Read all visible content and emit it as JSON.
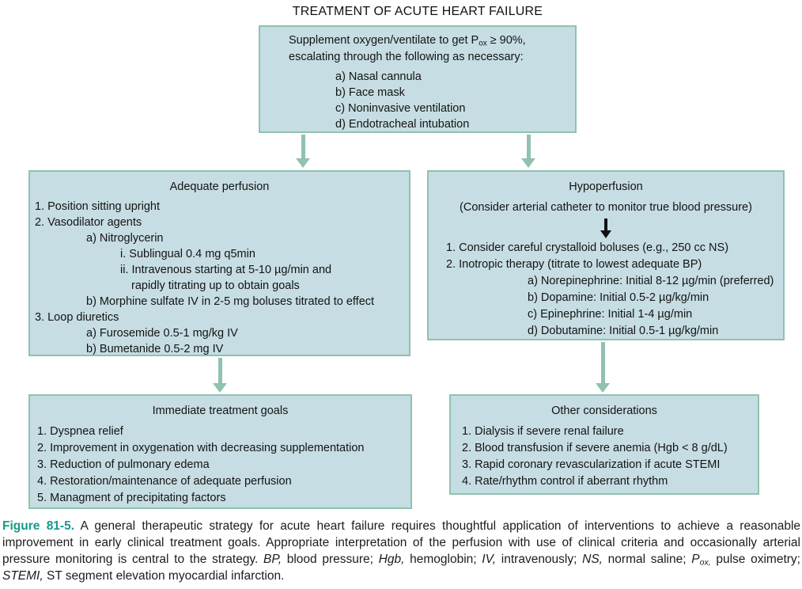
{
  "title": "TREATMENT OF ACUTE HEART FAILURE",
  "colors": {
    "box_fill": "#c6dde3",
    "box_border": "#90c2ae",
    "arrow": "#90c2ae",
    "figure_label": "#149a8a"
  },
  "oxygen_box": {
    "intro_line1": [
      {
        "text": "Supplement oxygen/ventilate to get P"
      },
      {
        "text": "ox",
        "sub": true
      },
      {
        "text": " ≥ 90%,"
      }
    ],
    "intro_line2": "escalating through the following as necessary:",
    "items": [
      {
        "text": "a)  Nasal cannula",
        "indent": 0
      },
      {
        "text": "b)  Face mask",
        "indent": 0
      },
      {
        "text": "c)  Noninvasive ventilation",
        "indent": 0
      },
      {
        "text": "d)  Endotracheal intubation",
        "indent": 0
      }
    ]
  },
  "adequate_box": {
    "heading": "Adequate perfusion",
    "items": [
      {
        "text": "1. Position sitting upright",
        "indent": 0
      },
      {
        "text": "2. Vasodilator agents",
        "indent": 0
      },
      {
        "text": "a) Nitroglycerin",
        "indent": 1
      },
      {
        "text": "i. Sublingual 0.4 mg q5min",
        "indent": 2
      },
      {
        "text": "ii. Intravenous starting at 5-10 µg/min and",
        "indent": 2
      },
      {
        "text": "rapidly titrating up to obtain goals",
        "indent": 3
      },
      {
        "text": "b) Morphine sulfate IV in 2-5 mg boluses titrated to effect",
        "indent": 1
      },
      {
        "text": "3. Loop diuretics",
        "indent": 0
      },
      {
        "text": "a) Furosemide 0.5-1 mg/kg IV",
        "indent": 1
      },
      {
        "text": "b) Bumetanide 0.5-2 mg IV",
        "indent": 1
      }
    ]
  },
  "hypo_box": {
    "heading": "Hypoperfusion",
    "subheading": "(Consider arterial catheter to monitor true blood pressure)",
    "items": [
      {
        "text": "1. Consider careful crystalloid boluses (e.g., 250 cc NS)",
        "indent": 0
      },
      {
        "text": "2. Inotropic therapy (titrate to lowest adequate BP)",
        "indent": 0
      },
      {
        "text": "a) Norepinephrine: Initial 8-12 µg/min (preferred)",
        "indent": 1
      },
      {
        "text": "b) Dopamine: Initial 0.5-2 µg/kg/min",
        "indent": 1
      },
      {
        "text": "c) Epinephrine: Initial 1-4 µg/min",
        "indent": 1
      },
      {
        "text": "d) Dobutamine: Initial 0.5-1 µg/kg/min",
        "indent": 1
      }
    ]
  },
  "goals_box": {
    "heading": "Immediate treatment goals",
    "items": [
      {
        "text": "1. Dyspnea relief",
        "indent": 0
      },
      {
        "text": "2. Improvement in oxygenation with decreasing supplementation",
        "indent": 0
      },
      {
        "text": "3. Reduction of pulmonary edema",
        "indent": 0
      },
      {
        "text": "4. Restoration/maintenance of adequate perfusion",
        "indent": 0
      },
      {
        "text": "5. Managment of precipitating factors",
        "indent": 0
      }
    ]
  },
  "other_box": {
    "heading": "Other considerations",
    "items": [
      {
        "text": "1. Dialysis if severe renal failure",
        "indent": 0
      },
      {
        "text": "2. Blood transfusion if severe anemia (Hgb < 8 g/dL)",
        "indent": 0
      },
      {
        "text": "3. Rapid coronary revascularization if acute STEMI",
        "indent": 0
      },
      {
        "text": "4. Rate/rhythm control if aberrant rhythm",
        "indent": 0
      }
    ]
  },
  "caption": {
    "label": "Figure 81-5.",
    "segments": [
      {
        "text": "  A general therapeutic strategy for acute heart failure requires thoughtful application of interventions to achieve a reasonable improvement in early clinical treatment goals. Appropriate interpretation of the perfusion with use of clinical criteria and occasionally arterial pressure monitoring is central to the strategy. "
      },
      {
        "text": "BP,",
        "italic": true
      },
      {
        "text": " blood pressure; "
      },
      {
        "text": "Hgb,",
        "italic": true
      },
      {
        "text": " hemoglobin; "
      },
      {
        "text": "IV,",
        "italic": true
      },
      {
        "text": " intravenously; "
      },
      {
        "text": "NS,",
        "italic": true
      },
      {
        "text": " normal saline; "
      },
      {
        "text": "P",
        "italic": true
      },
      {
        "text": "ox,",
        "italic": true,
        "sub": true
      },
      {
        "text": " pulse oximetry; "
      },
      {
        "text": "STEMI,",
        "italic": true
      },
      {
        "text": " ST segment elevation myocardial infarction."
      }
    ]
  }
}
